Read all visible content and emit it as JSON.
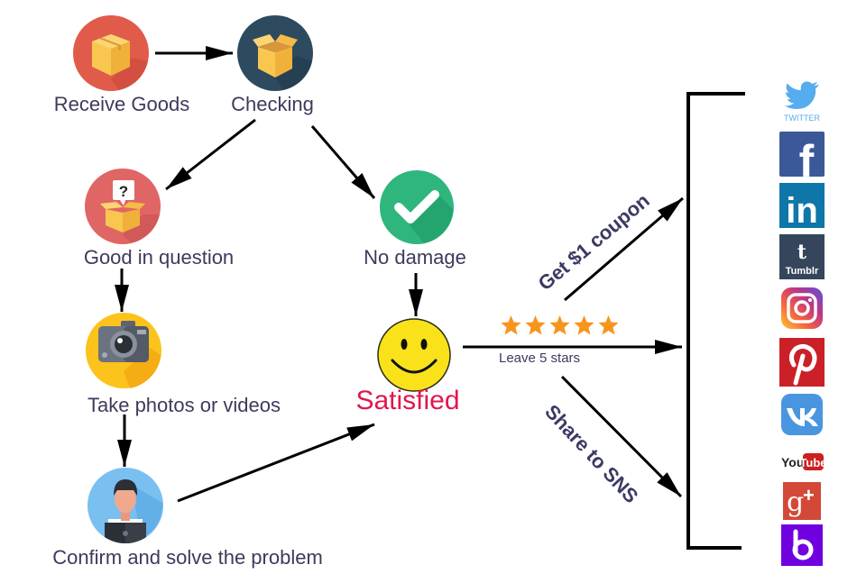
{
  "diagram": {
    "nodes": [
      {
        "id": "receive-goods",
        "label": "Receive Goods",
        "icon": "closed-box-icon",
        "color": "#e15b4a"
      },
      {
        "id": "checking",
        "label": "Checking",
        "icon": "open-box-icon",
        "color": "#2d4a5f"
      },
      {
        "id": "good-in-question",
        "label": "Good in question",
        "icon": "question-box-icon",
        "color": "#e06565"
      },
      {
        "id": "no-damage",
        "label": "No damage",
        "icon": "checkmark-icon",
        "color": "#2eb67d"
      },
      {
        "id": "take-photos",
        "label": "Take photos or videos",
        "icon": "camera-icon",
        "color": "#fbc31c"
      },
      {
        "id": "confirm-solve",
        "label": "Confirm and solve the problem",
        "icon": "person-laptop-icon",
        "color": "#79c0f1"
      },
      {
        "id": "satisfied",
        "label": "Satisfied",
        "icon": "smiley-icon",
        "color": "#f9e21a"
      }
    ],
    "edges": [
      {
        "from": "receive-goods",
        "to": "checking"
      },
      {
        "from": "checking",
        "to": "good-in-question"
      },
      {
        "from": "checking",
        "to": "no-damage"
      },
      {
        "from": "good-in-question",
        "to": "take-photos"
      },
      {
        "from": "take-photos",
        "to": "confirm-solve"
      },
      {
        "from": "no-damage",
        "to": "satisfied"
      },
      {
        "from": "confirm-solve",
        "to": "satisfied"
      },
      {
        "from": "satisfied",
        "to": "social-media",
        "label": "Get $1 coupon"
      },
      {
        "from": "satisfied",
        "to": "social-media",
        "label": "Leave 5 stars"
      },
      {
        "from": "satisfied",
        "to": "social-media",
        "label": "Share to SNS"
      }
    ],
    "rating": {
      "stars": 5,
      "max": 5,
      "color": "#f7951d"
    },
    "actions": {
      "coupon": "Get $1 coupon",
      "stars": "Leave 5 stars",
      "share": "Share to SNS"
    },
    "social_media": [
      {
        "name": "Twitter",
        "caption": "TWITTER",
        "icon": "twitter-icon",
        "color": "#55acee"
      },
      {
        "name": "Facebook",
        "glyph": "f",
        "icon": "facebook-icon",
        "color": "#3b5998"
      },
      {
        "name": "LinkedIn",
        "glyph": "in",
        "icon": "linkedin-icon",
        "color": "#0e76a8"
      },
      {
        "name": "Tumblr",
        "glyph": "t",
        "caption": "Tumblr",
        "icon": "tumblr-icon",
        "color": "#35465c"
      },
      {
        "name": "Instagram",
        "icon": "instagram-icon",
        "color": "#c13584"
      },
      {
        "name": "Pinterest",
        "glyph": "P",
        "icon": "pinterest-icon",
        "color": "#cb2027"
      },
      {
        "name": "VK",
        "glyph": "VK",
        "icon": "vk-icon",
        "color": "#4a95e0"
      },
      {
        "name": "YouTube",
        "glyph_left": "You",
        "glyph_right": "Tube",
        "icon": "youtube-icon",
        "color": "#cd201f"
      },
      {
        "name": "Google+",
        "glyph": "g+",
        "icon": "google-plus-icon",
        "color": "#d34836"
      },
      {
        "name": "Badoo",
        "glyph": "b",
        "icon": "badoo-icon",
        "color": "#7000e0"
      }
    ]
  }
}
